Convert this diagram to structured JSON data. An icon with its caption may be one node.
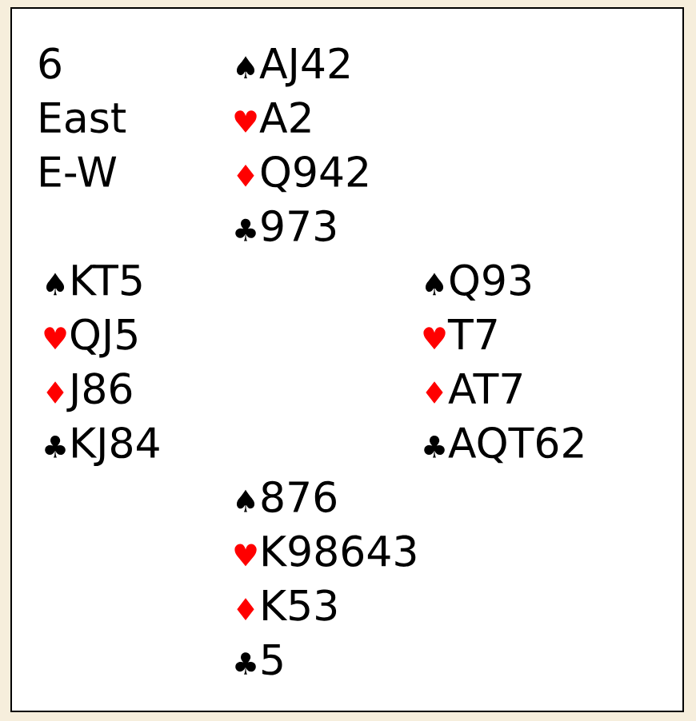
{
  "diagram": {
    "labels": [
      "6",
      "♠",
      "AJ42",
      "East",
      "♥",
      "A2",
      "E-W",
      "♦",
      "Q942",
      "♣",
      "973",
      "♠",
      "KT5",
      "♠",
      "Q93",
      "♥",
      "QJ5",
      "♥",
      "T7",
      "♦",
      "J86",
      "♦",
      "AT7",
      "♣",
      "KJ84",
      "♣",
      "AQT62",
      "♠",
      "876",
      "♥",
      "K98643",
      "♦",
      "K53",
      "♣",
      "5"
    ]
  }
}
